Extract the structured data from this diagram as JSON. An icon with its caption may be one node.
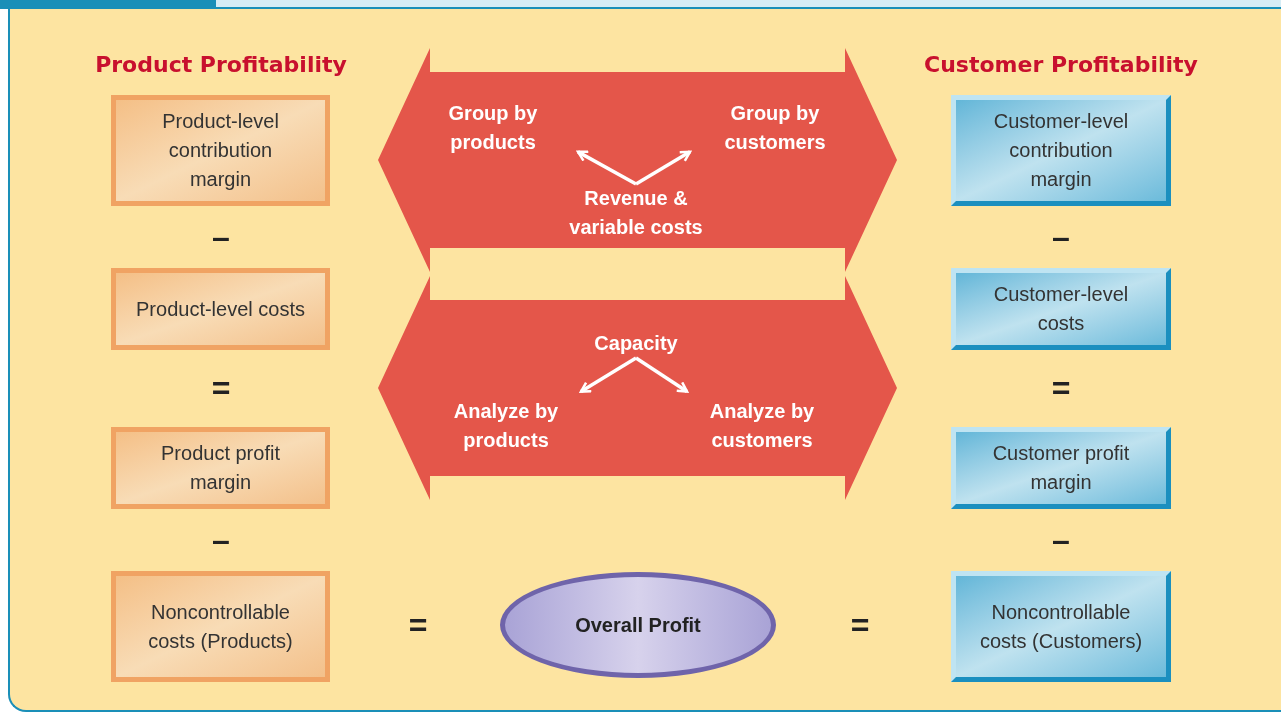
{
  "diagram": {
    "nodes": [
      {
        "text": [],
        "shape": "arrow"
      },
      {
        "text": [
          "Group by products"
        ],
        "in": 0
      },
      {
        "text": [
          "Group by customers"
        ],
        "in": 0
      },
      {
        "text": [
          "Revenue & variable costs"
        ],
        "in": 0
      },
      {
        "text": [
          "Product-level contribution margin"
        ]
      },
      {
        "text": [
          "Customer-level contribution margin"
        ]
      },
      {
        "text": [
          "Product-level costs"
        ]
      },
      {
        "text": [
          "Customer-level costs"
        ]
      },
      {
        "text": [],
        "shape": "arrow"
      },
      {
        "text": [
          "Capacity"
        ],
        "in": 8
      },
      {
        "text": [
          "Analyze by products"
        ],
        "in": 8
      },
      {
        "text": [
          "Analyze by customers"
        ],
        "in": 8
      },
      {
        "text": [
          "Product profit margin"
        ]
      },
      {
        "text": [
          "Customer profit margin"
        ]
      },
      {
        "text": [
          "Noncontrollable costs (Products)"
        ]
      },
      {
        "text": [
          "Overall Profit"
        ]
      },
      {
        "text": [
          "Noncontrollable costs (Customers)"
        ]
      }
    ],
    "edges": [
      {
        "from": 3,
        "to": 1,
        "arrow": "to"
      },
      {
        "from": 3,
        "to": 2,
        "arrow": "to"
      },
      {
        "from": 9,
        "to": 10,
        "arrow": "to"
      },
      {
        "from": 9,
        "to": 11,
        "arrow": "to"
      }
    ],
    "labels": [
      "Product Profitability",
      "Customer Profitability",
      "–",
      "–",
      "=",
      "=",
      "–",
      "–",
      "=",
      "="
    ]
  }
}
